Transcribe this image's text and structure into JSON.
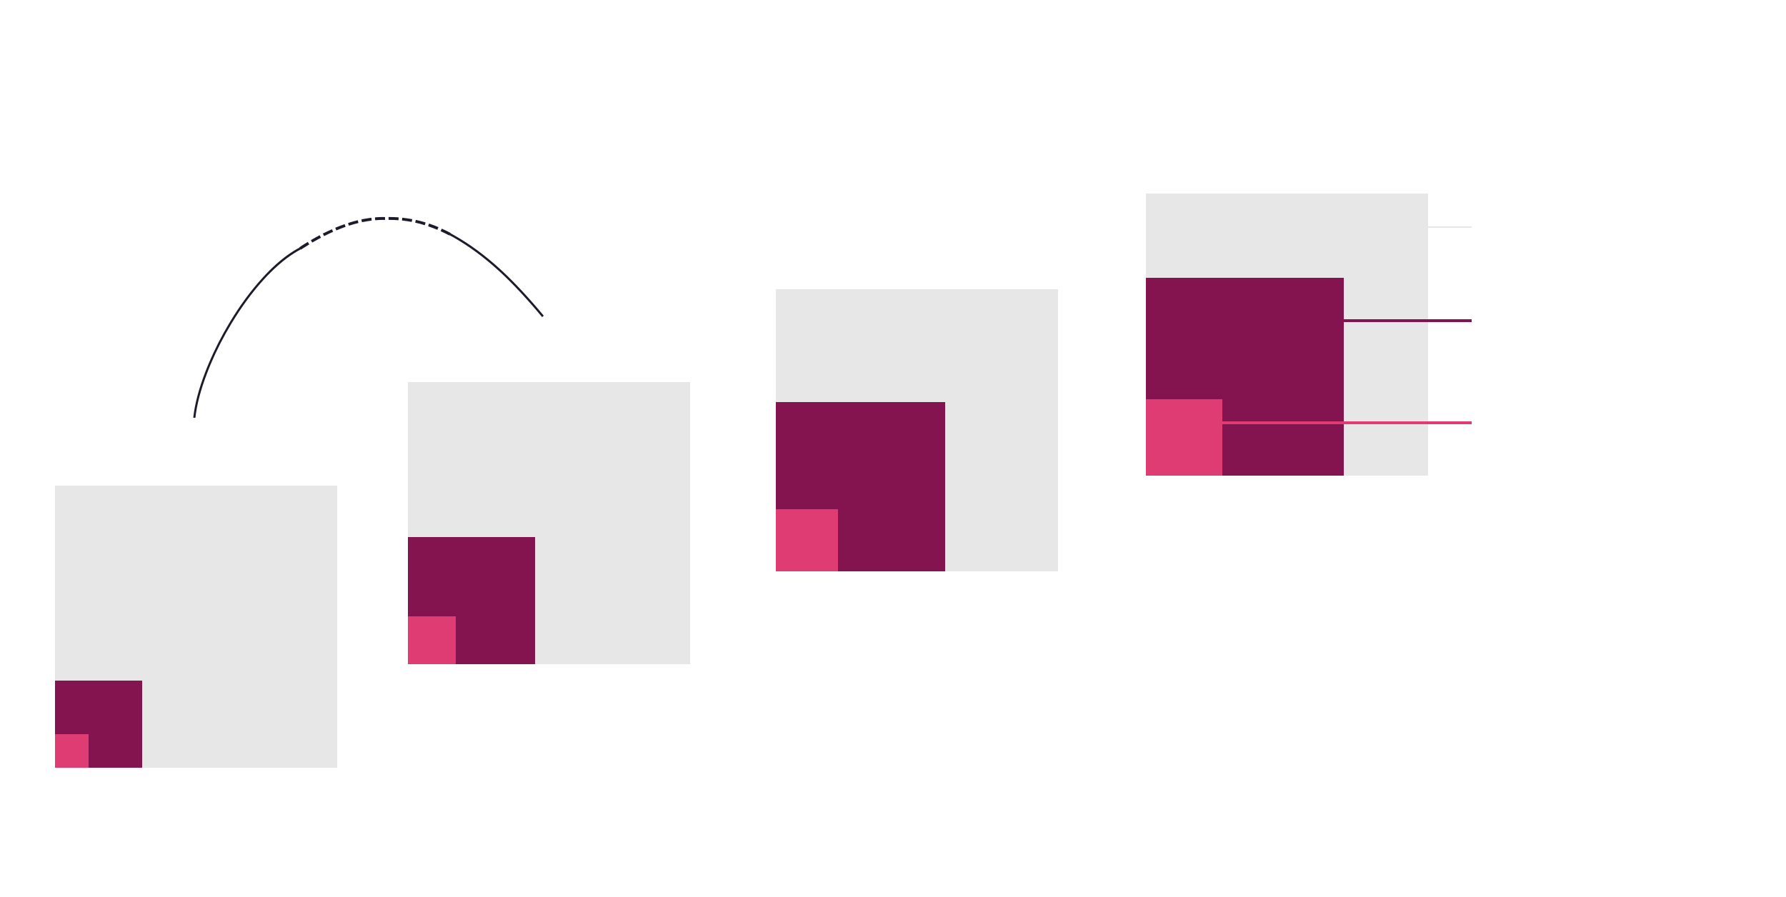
{
  "diagram": {
    "type": "nested-squares-sequence",
    "colors": {
      "background": "#ffffff",
      "outer_square": "#e7e7e7",
      "middle_square": "#84144f",
      "inner_square": "#e03c74",
      "arc": "#1b1b2b",
      "leader_outer": "#e7e7e7",
      "leader_middle": "#84144f",
      "leader_inner": "#e03c74"
    },
    "panels": [
      {
        "id": "panel-1",
        "middle_fraction": 0.31,
        "inner_fraction": 0.12
      },
      {
        "id": "panel-2",
        "middle_fraction": 0.45,
        "inner_fraction": 0.17
      },
      {
        "id": "panel-3",
        "middle_fraction": 0.6,
        "inner_fraction": 0.22
      },
      {
        "id": "panel-4",
        "middle_fraction": 0.7,
        "inner_fraction": 0.27
      }
    ],
    "arc": {
      "style": "solid-with-dashed-crest",
      "icon": "curved-arrow-icon"
    },
    "legend_leaders": [
      "outer-square-leader",
      "middle-square-leader",
      "inner-square-leader"
    ]
  }
}
